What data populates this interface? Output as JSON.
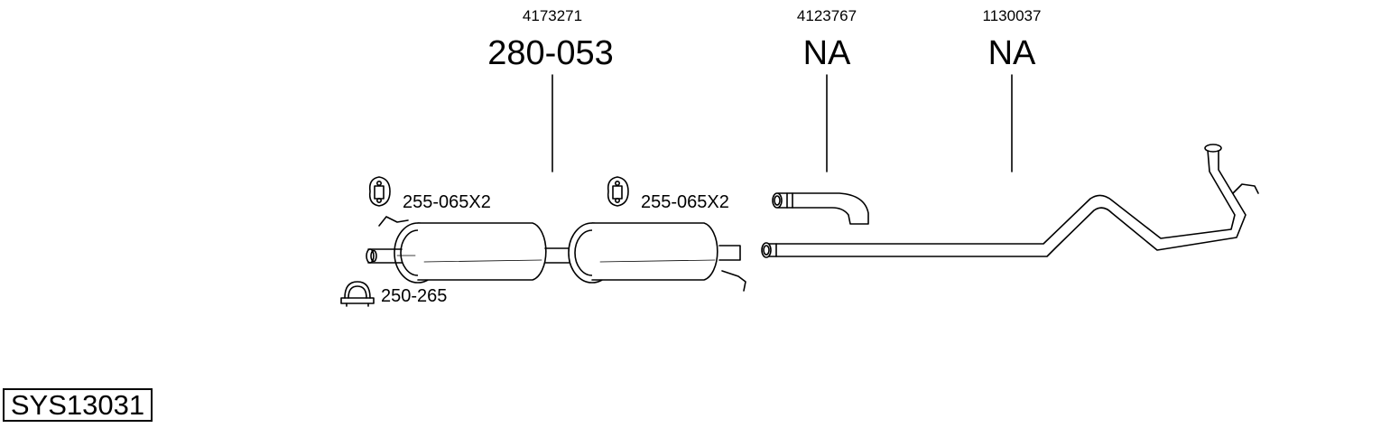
{
  "parts": [
    {
      "oem": "4173271",
      "number": "280-053"
    },
    {
      "oem": "4123767",
      "number": "NA"
    },
    {
      "oem": "1130037",
      "number": "NA"
    }
  ],
  "accessories": [
    {
      "label": "255-065X2",
      "icon": "rubber-hanger-icon"
    },
    {
      "label": "255-065X2",
      "icon": "rubber-hanger-icon"
    },
    {
      "label": "250-265",
      "icon": "pipe-clamp-icon"
    }
  ],
  "system_code": "SYS13031"
}
